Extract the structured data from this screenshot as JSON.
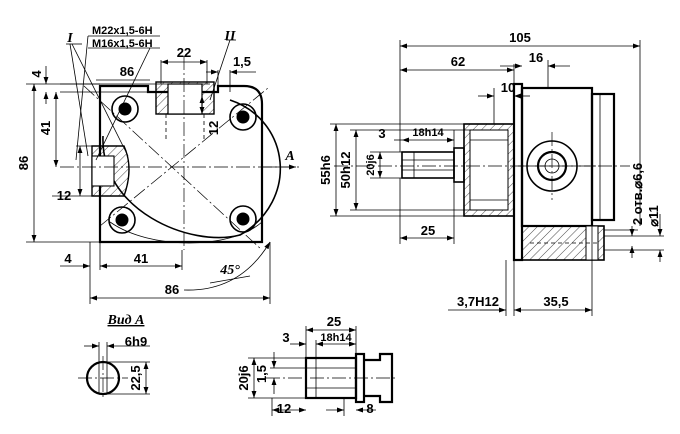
{
  "labels": {
    "view_mark_1": "I",
    "view_mark_2": "II",
    "view_arrow": "A",
    "view_title": "Вид А",
    "thread_1": "M22x1,5-6H",
    "thread_2": "M16x1,5-6H",
    "angle": "45°"
  },
  "front_view": {
    "d_4_top": "4",
    "d_41_left": "41",
    "d_86_left": "86",
    "d_12_left": "12",
    "d_4_bottom": "4",
    "d_41_bottom": "41",
    "d_86_bottom": "86",
    "d_86_diag": "86",
    "d_22_top": "22",
    "d_1_5": "1,5",
    "d_12_right": "12"
  },
  "side_view": {
    "d_105": "105",
    "d_62": "62",
    "d_16": "16",
    "d_10": "10",
    "d_3": "3",
    "d_18h14": "18h14",
    "d_55h6": "55h6",
    "d_50h12": "50h12",
    "d_20j6": "20j6",
    "d_25": "25",
    "d_holes": "2 отв.⌀6,6",
    "d_11": "⌀11",
    "d_3_7h12": "3,7H12",
    "d_35_5": "35,5"
  },
  "view_a": {
    "d_6h9": "6h9",
    "d_22_5": "22,5"
  },
  "shaft_view": {
    "d_25": "25",
    "d_3": "3",
    "d_18h14": "18h14",
    "d_20j6": "20j6",
    "d_1_5": "1,5",
    "d_12": "12",
    "d_8": "8"
  }
}
